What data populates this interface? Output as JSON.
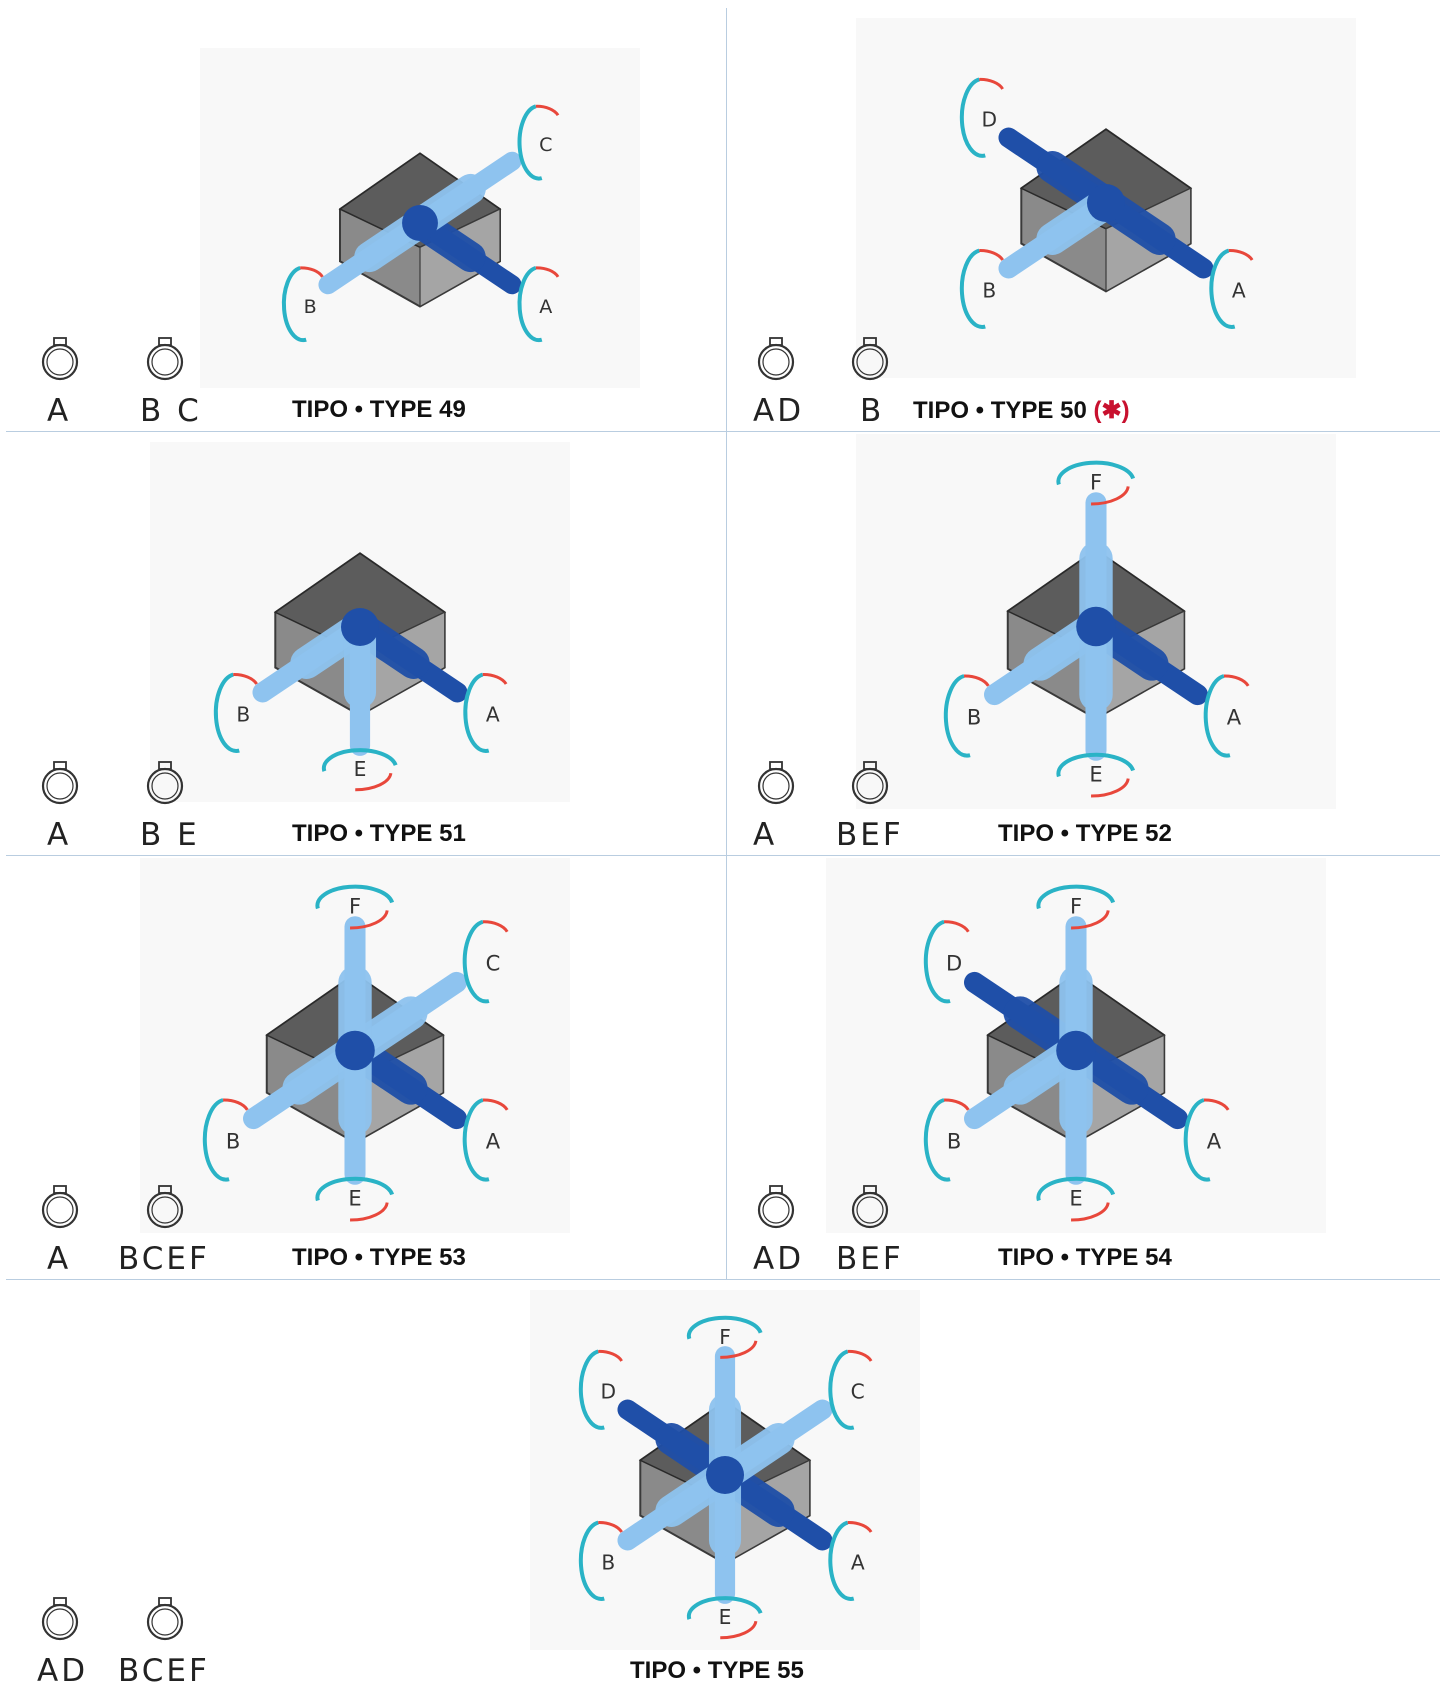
{
  "cells": [
    {
      "type_label": "TIPO • TYPE 49",
      "footnote_mark": "",
      "ring_labels": [
        "A",
        "B C"
      ],
      "shafts": [
        "A",
        "B",
        "C"
      ]
    },
    {
      "type_label": "TIPO • TYPE 50",
      "footnote_mark": "(✱)",
      "ring_labels": [
        "AD",
        "B"
      ],
      "shafts": [
        "A",
        "B",
        "D"
      ]
    },
    {
      "type_label": "TIPO • TYPE 51",
      "footnote_mark": "",
      "ring_labels": [
        "A",
        "B E"
      ],
      "shafts": [
        "A",
        "B",
        "E"
      ]
    },
    {
      "type_label": "TIPO • TYPE 52",
      "footnote_mark": "",
      "ring_labels": [
        "A",
        "BEF"
      ],
      "shafts": [
        "A",
        "B",
        "E",
        "F"
      ]
    },
    {
      "type_label": "TIPO • TYPE 53",
      "footnote_mark": "",
      "ring_labels": [
        "A",
        "BCEF"
      ],
      "shafts": [
        "A",
        "B",
        "C",
        "E",
        "F"
      ]
    },
    {
      "type_label": "TIPO • TYPE 54",
      "footnote_mark": "",
      "ring_labels": [
        "AD",
        "BEF"
      ],
      "shafts": [
        "A",
        "B",
        "D",
        "E",
        "F"
      ]
    },
    {
      "type_label": "TIPO • TYPE 55",
      "footnote_mark": "",
      "ring_labels": [
        "AD",
        "BCEF"
      ],
      "shafts": [
        "A",
        "B",
        "C",
        "D",
        "E",
        "F"
      ]
    }
  ],
  "colors": {
    "shaft_light": "#8ec3ef",
    "shaft_dark": "#1f4fa8",
    "housing": "#6e6e6e",
    "arrow_teal": "#2ab3c6",
    "arrow_red": "#e8473b",
    "divider": "#b9cde0",
    "footnote_red": "#c8102e"
  },
  "icons": {
    "ring": "snap-ring-icon",
    "rotation": "rotation-arrow-icon"
  }
}
